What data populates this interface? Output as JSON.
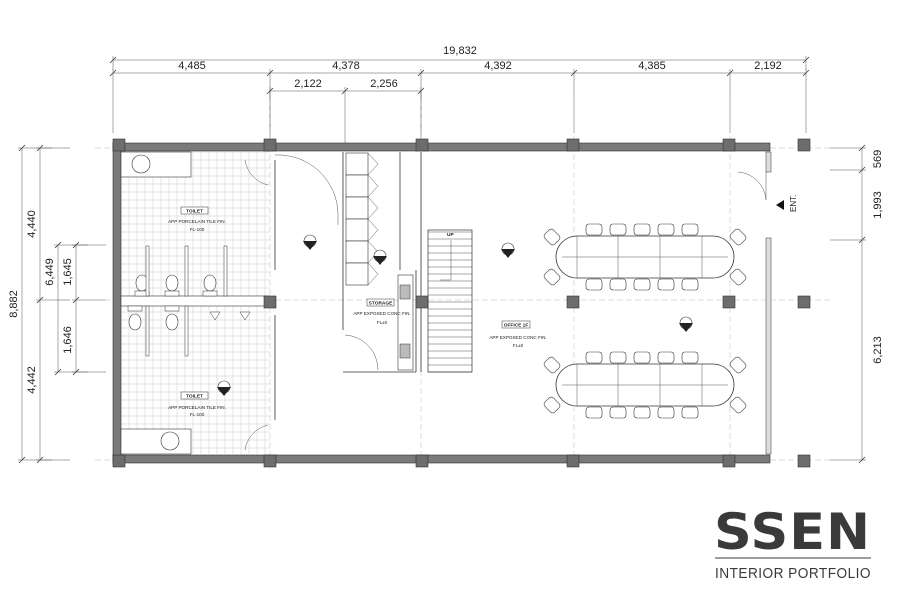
{
  "dimensions": {
    "top_total": "19,832",
    "top_segments": [
      "4,485",
      "4,378",
      "4,392",
      "4,385",
      "2,192"
    ],
    "top_sub": [
      "2,122",
      "2,256"
    ],
    "left_total": "8,882",
    "left_outer": [
      "4,440",
      "4,442"
    ],
    "left_mid": "6,449",
    "left_inner": [
      "1,645",
      "1,646"
    ],
    "right": [
      "569",
      "1,993",
      "6,213"
    ]
  },
  "rooms": {
    "toilet_top": {
      "name": "TOILET",
      "finish": "APP PORCELAIN TILE FIN.",
      "level": "FL-100"
    },
    "toilet_bottom": {
      "name": "TOILET",
      "finish": "APP PORCELAIN TILE FIN.",
      "level": "FL-100"
    },
    "storage": {
      "name": "STORAGE",
      "finish": "APP EXPOSED CONC FIN.",
      "level": "FL±0"
    },
    "office": {
      "name": "OFFICE 1F",
      "finish": "APP EXPOSED CONC FIN.",
      "level": "FL±0"
    },
    "stair_label": "UP",
    "entrance": "ENT."
  },
  "brand": {
    "name": "SSEN",
    "subtitle": "INTERIOR PORTFOLIO"
  }
}
